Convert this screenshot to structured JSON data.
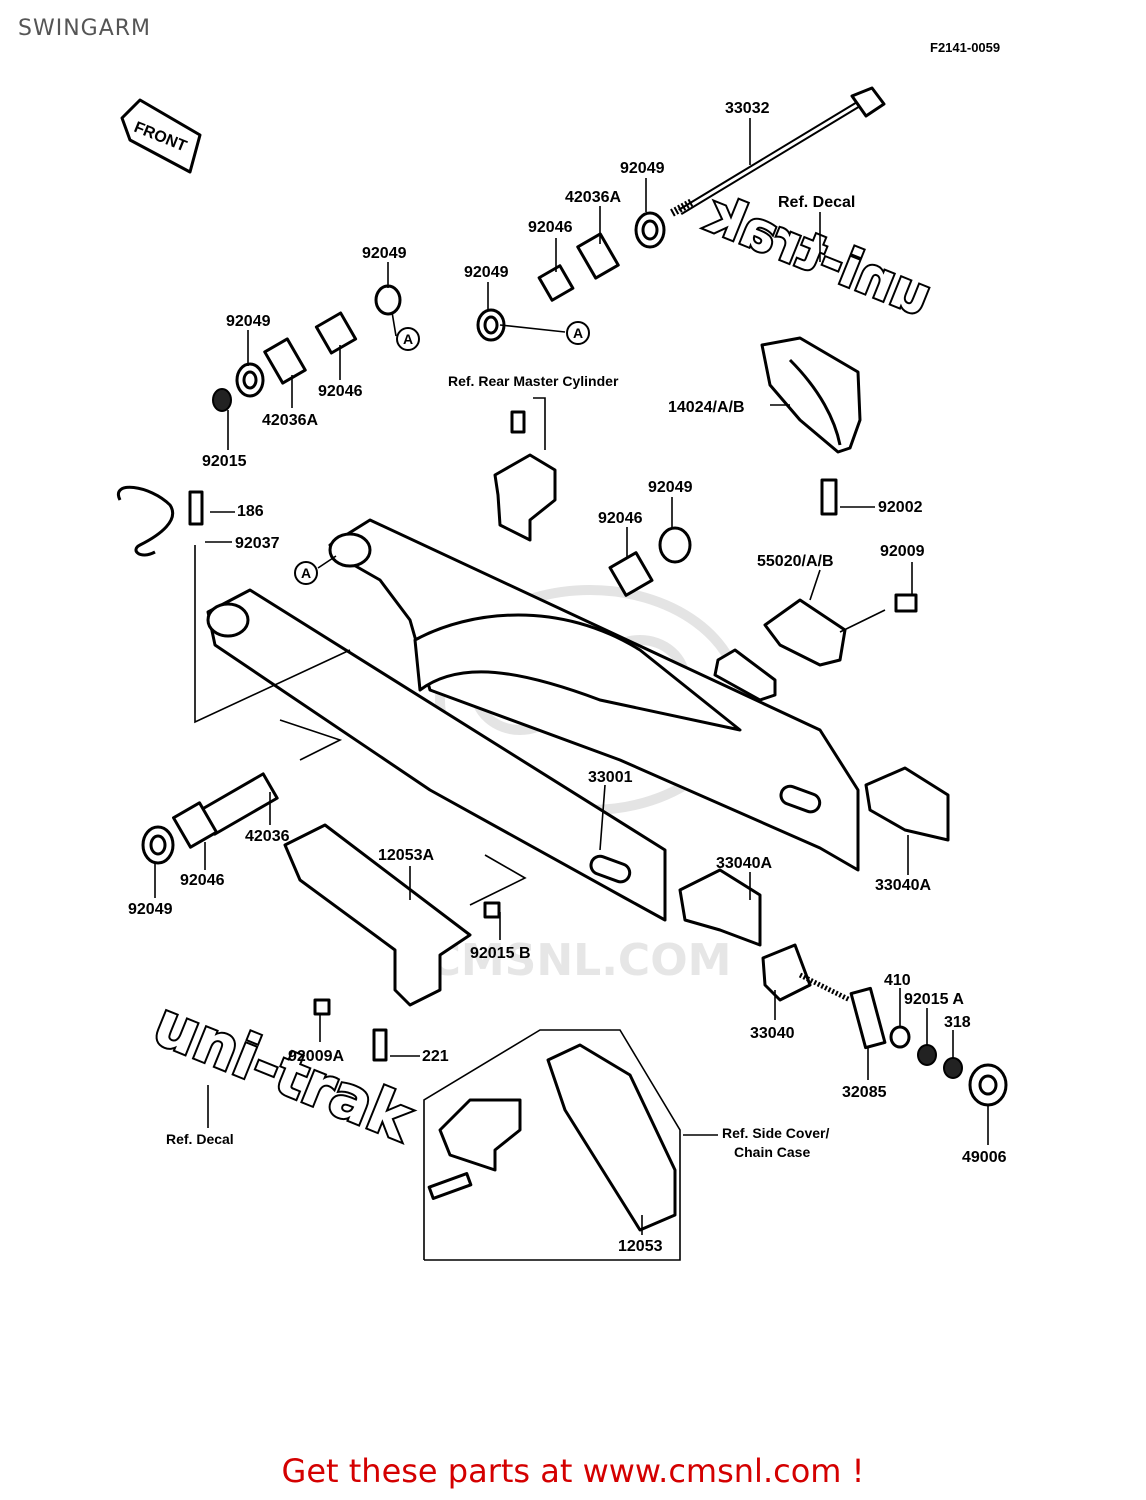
{
  "title": "SWINGARM",
  "diagram_code": "F2141-0059",
  "front_label": "FRONT",
  "watermark": "CMSNL.COM",
  "decal_text": "uni-trak",
  "footer": "Get these parts at www.cmsnl.com !",
  "callout_a": "A",
  "labels": {
    "p33032": "33032",
    "p92049_top": "92049",
    "p42036A_top": "42036A",
    "p92046_top": "92046",
    "p92049_top2": "92049",
    "ref_decal_top": "Ref. Decal",
    "p92049_l1": "92049",
    "p92049_l2": "92049",
    "p92046_l": "92046",
    "p42036A_l": "42036A",
    "p92015": "92015",
    "ref_master": "Ref. Rear Master Cylinder",
    "p14024": "14024/A/B",
    "p92002": "92002",
    "p186": "186",
    "p92037": "92037",
    "p92049_mid": "92049",
    "p92046_mid": "92046",
    "p55020": "55020/A/B",
    "p92009": "92009",
    "p33001": "33001",
    "p42036": "42036",
    "p92046_low": "92046",
    "p92049_low": "92049",
    "p12053A": "12053A",
    "p92015B": "92015 B",
    "p33040A_l": "33040A",
    "p33040A_r": "33040A",
    "p33040": "33040",
    "p410": "410",
    "p92015A": "92015 A",
    "p318": "318",
    "p32085": "32085",
    "p49006": "49006",
    "p92009A": "92009A",
    "p221": "221",
    "ref_decal_bottom": "Ref. Decal",
    "ref_side_cover_1": "Ref. Side Cover/",
    "ref_side_cover_2": "Chain Case",
    "p12053": "12053"
  }
}
